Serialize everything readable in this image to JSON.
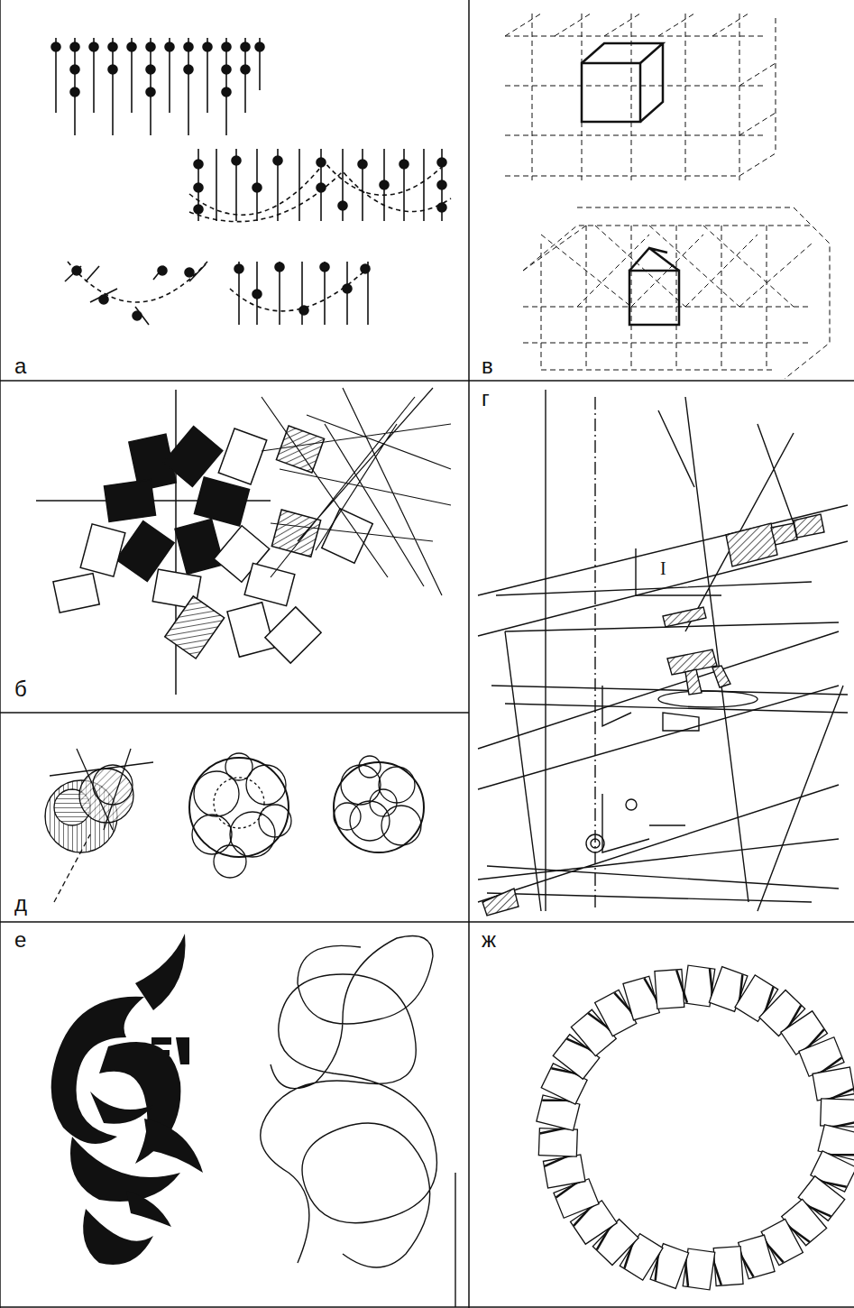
{
  "diagram": {
    "labels": [
      "а",
      "б",
      "в",
      "г",
      "д",
      "е",
      "ж",
      "I"
    ]
  }
}
